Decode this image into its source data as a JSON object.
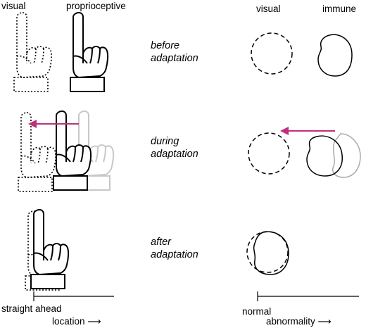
{
  "columns": {
    "left": [
      "visual",
      "proprioceptive"
    ],
    "right": [
      "visual",
      "immune"
    ]
  },
  "stages": [
    {
      "line1": "before",
      "line2": "adaptation"
    },
    {
      "line1": "during",
      "line2": "adaptation"
    },
    {
      "line1": "after",
      "line2": "adaptation"
    }
  ],
  "axes": {
    "left": {
      "origin_label": "straight ahead",
      "axis_label": "location",
      "arrow": "⟶"
    },
    "right": {
      "origin_label": "normal",
      "axis_label": "abnormality",
      "arrow": "⟶"
    }
  },
  "colors": {
    "arrow": "#c0307a",
    "ink": "#000000",
    "ghost": "#c8c8c8"
  }
}
